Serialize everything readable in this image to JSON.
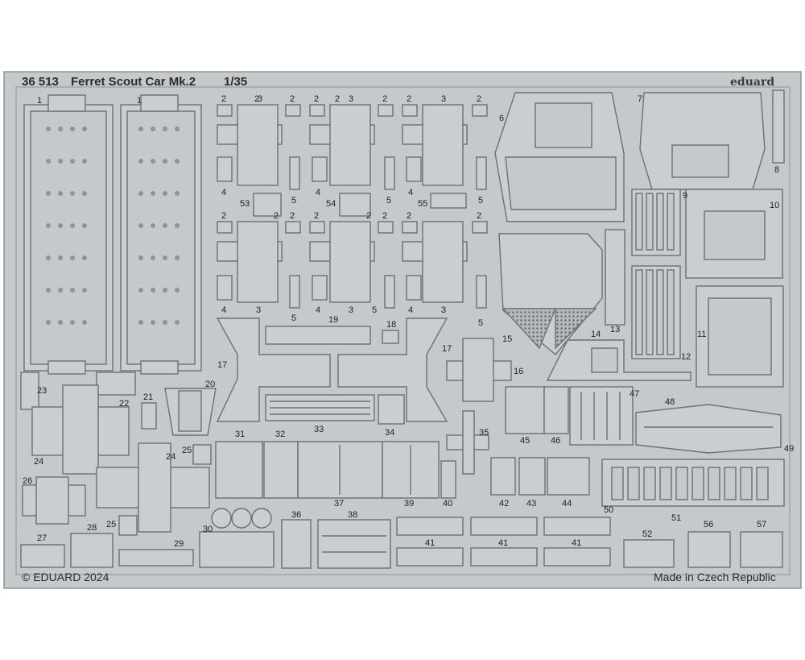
{
  "header": {
    "kit_number": "36 513",
    "kit_name": "Ferret Scout Car Mk.2",
    "scale": "1/35",
    "brand": "eduard"
  },
  "footer": {
    "copyright": "© EDUARD 2024",
    "origin": "Made in Czech Republic"
  },
  "colors": {
    "fret": "#c4c9cc",
    "part_outline": "#6b7075",
    "part_fill": "#c9ced1",
    "text": "#2a2a2a"
  },
  "part_numbers": [
    "1",
    "1",
    "2",
    "2",
    "2",
    "2",
    "2",
    "2",
    "2",
    "2",
    "3",
    "3",
    "3",
    "4",
    "4",
    "4",
    "5",
    "5",
    "5",
    "53",
    "54",
    "55",
    "2",
    "2",
    "2",
    "2",
    "2",
    "2",
    "2",
    "2",
    "3",
    "3",
    "3",
    "4",
    "4",
    "4",
    "5",
    "5",
    "5",
    "6",
    "7",
    "8",
    "9",
    "10",
    "11",
    "12",
    "13",
    "14",
    "15",
    "16",
    "17",
    "17",
    "18",
    "19",
    "20",
    "21",
    "22",
    "23",
    "24",
    "24",
    "25",
    "25",
    "26",
    "27",
    "28",
    "29",
    "30",
    "31",
    "32",
    "33",
    "34",
    "35",
    "36",
    "37",
    "38",
    "39",
    "40",
    "41",
    "41",
    "41",
    "42",
    "43",
    "44",
    "45",
    "46",
    "47",
    "48",
    "49",
    "50",
    "51",
    "52",
    "56",
    "57"
  ]
}
